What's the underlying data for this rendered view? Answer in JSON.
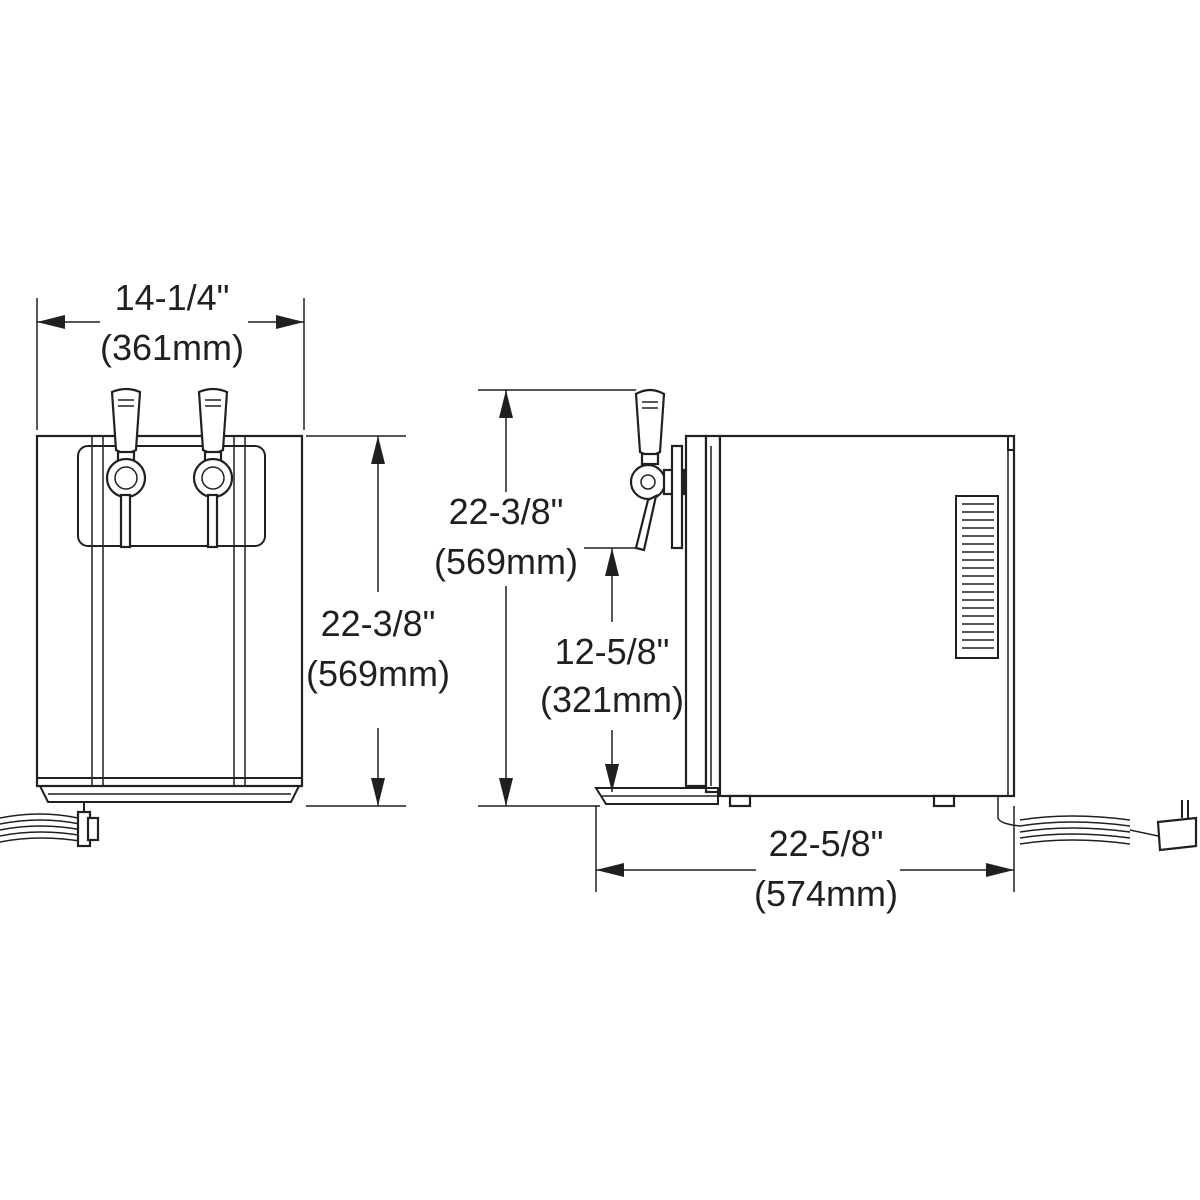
{
  "front_view": {
    "width_in": "14-1/4\"",
    "width_mm": "(361mm)",
    "height_in": "22-3/8\"",
    "height_mm": "(569mm)"
  },
  "side_view": {
    "height_in": "22-3/8\"",
    "height_mm": "(569mm)",
    "spout_height_in": "12-5/8\"",
    "spout_height_mm": "(321mm)",
    "depth_in": "22-5/8\"",
    "depth_mm": "(574mm)"
  },
  "colors": {
    "line": "#231f20",
    "background": "#ffffff"
  }
}
